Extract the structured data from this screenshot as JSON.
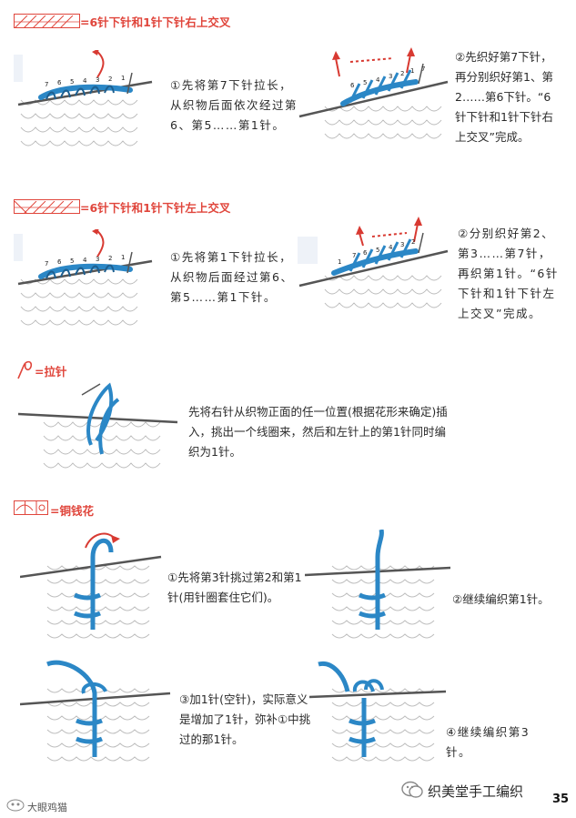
{
  "sections": [
    {
      "heading": "=6针下针和1针下针右上交叉",
      "step1": "①先将第7下针拉长，从织物后面依次经过第6、第5……第1针。",
      "step2": "②先织好第7下针，再分别织好第1、第2……第6下针。“6针下针和1针下针右上交叉”完成。",
      "numbers_a": [
        "7",
        "6",
        "5",
        "4",
        "3",
        "2",
        "1"
      ],
      "numbers_b": [
        "6",
        "5",
        "4",
        "3",
        "2",
        "1",
        "7"
      ]
    },
    {
      "heading": "=6针下针和1针下针左上交叉",
      "step1": "①先将第1下针拉长，从织物后面经过第6、第5……第1下针。",
      "step2": "②分别织好第2、第3……第7针，再织第1针。“6针下针和1针下针左上交叉”完成。",
      "numbers_a": [
        "7",
        "6",
        "5",
        "4",
        "3",
        "2",
        "1"
      ],
      "numbers_b": [
        "1",
        "7",
        "6",
        "5",
        "4",
        "3",
        "2"
      ]
    },
    {
      "heading": "=拉针",
      "desc": "先将右针从织物正面的任一位置(根据花形来确定)插入，挑出一个线圈来，然后和左针上的第1针同时编织为1针。"
    },
    {
      "heading": "=铜钱花",
      "step1": "①先将第3针挑过第2和第1针(用针圈套住它们)。",
      "step2": "②继续编织第1针。",
      "step3": "③加1针(空针)，实际意义是增加了1针，弥补①中挑过的那1针。",
      "step4": "④继续编织第3针。"
    }
  ],
  "footer": {
    "brand": "织美堂手工编织",
    "page_number": "35",
    "corner_logo": "大眼鸡猫"
  },
  "colors": {
    "accent_red": "#e0463c",
    "yarn_blue": "#2b87c6",
    "arrow_red": "#d83a32"
  }
}
